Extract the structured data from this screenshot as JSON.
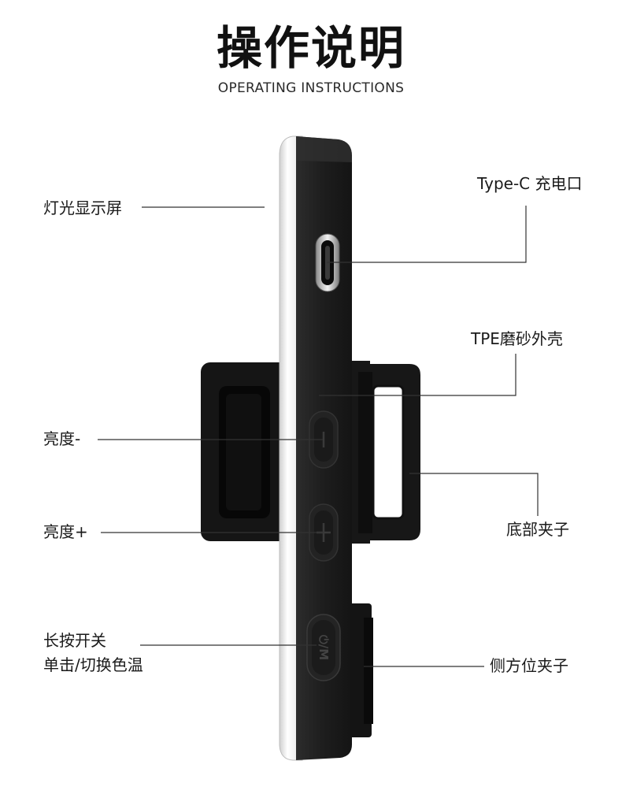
{
  "header": {
    "title": "操作说明",
    "subtitle": "OPERATING INSTRUCTIONS"
  },
  "callouts": {
    "display": "灯光显示屏",
    "typec": "Type-C 充电口",
    "shell": "TPE磨砂外壳",
    "brightness_down": "亮度-",
    "brightness_up": "亮度+",
    "bottom_clip": "底部夹子",
    "power_line1": "长按开关",
    "power_line2": "单击/切换色温",
    "side_clip": "侧方位夹子"
  },
  "button_icons": {
    "minus": "minus-icon",
    "plus": "plus-icon",
    "power_mode": "power-mode-icon"
  },
  "colors": {
    "device_body": "#1c1c1c",
    "clip": "#161616",
    "screen_edge": "#f4f4f4",
    "leader_line": "#333333"
  }
}
